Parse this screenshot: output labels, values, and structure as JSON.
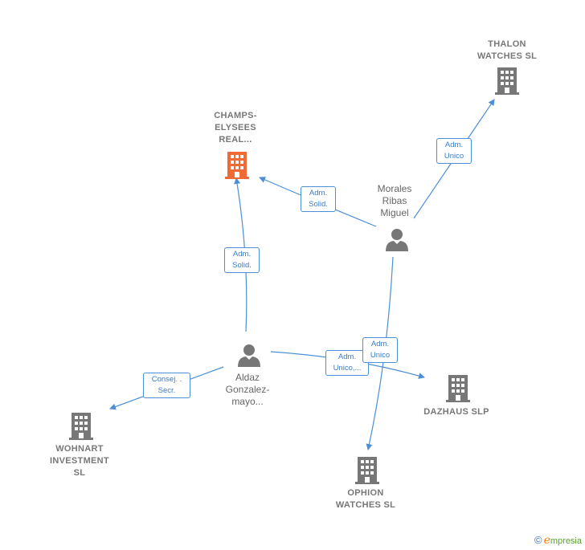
{
  "colors": {
    "edge": "#4a8fd8",
    "company_icon": "#777777",
    "highlight_icon": "#f06a35",
    "person_icon": "#777777"
  },
  "nodes": {
    "thalon": {
      "lines": [
        "THALON",
        "WATCHES  SL"
      ],
      "icon": "building-icon"
    },
    "champs": {
      "lines": [
        "CHAMPS-",
        "ELYSEES",
        "REAL..."
      ],
      "icon": "building-icon"
    },
    "morales": {
      "lines": [
        "Morales",
        "Ribas",
        "Miguel"
      ],
      "icon": "person-icon"
    },
    "aldaz": {
      "lines": [
        "Aldaz",
        "Gonzalez-",
        "mayo..."
      ],
      "icon": "person-icon"
    },
    "wohnart": {
      "lines": [
        "WOHNART",
        "INVESTMENT",
        "SL"
      ],
      "icon": "building-icon"
    },
    "dazhaus": {
      "lines": [
        "DAZHAUS  SLP"
      ],
      "icon": "building-icon"
    },
    "ophion": {
      "lines": [
        "OPHION",
        "WATCHES  SL"
      ],
      "icon": "building-icon"
    }
  },
  "edge_labels": {
    "morales_thalon": [
      "Adm.",
      "Unico"
    ],
    "morales_champs": [
      "Adm.",
      "Solid."
    ],
    "aldaz_champs": [
      "Adm.",
      "Solid."
    ],
    "aldaz_wohnart": [
      "Consej. .",
      "Secr."
    ],
    "aldaz_dazhaus": [
      "Adm.",
      "Unico,..."
    ],
    "morales_ophion": [
      "Adm.",
      "Unico"
    ]
  },
  "brand": {
    "copyright": "©",
    "e": "e",
    "rest": "mpresia"
  }
}
